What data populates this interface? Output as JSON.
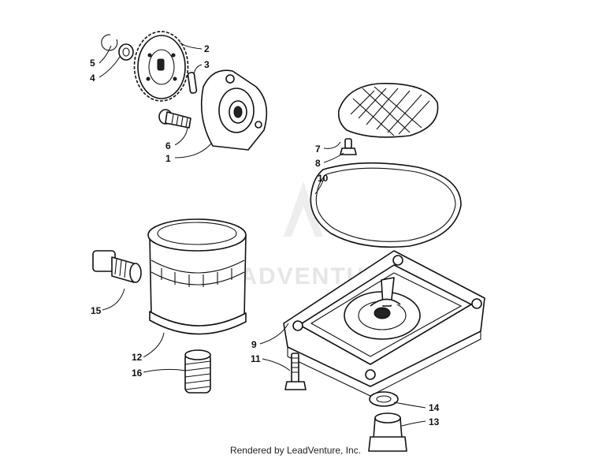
{
  "watermark": "LEADVENTURE",
  "footer": "Rendered by LeadVenture, Inc.",
  "callouts": {
    "c1": "1",
    "c2": "2",
    "c3": "3",
    "c4": "4",
    "c5": "5",
    "c6": "6",
    "c7": "7",
    "c8": "8",
    "c9": "9",
    "c10": "10",
    "c11": "11",
    "c12": "12",
    "c13": "13",
    "c14": "14",
    "c15": "15",
    "c16": "16"
  }
}
